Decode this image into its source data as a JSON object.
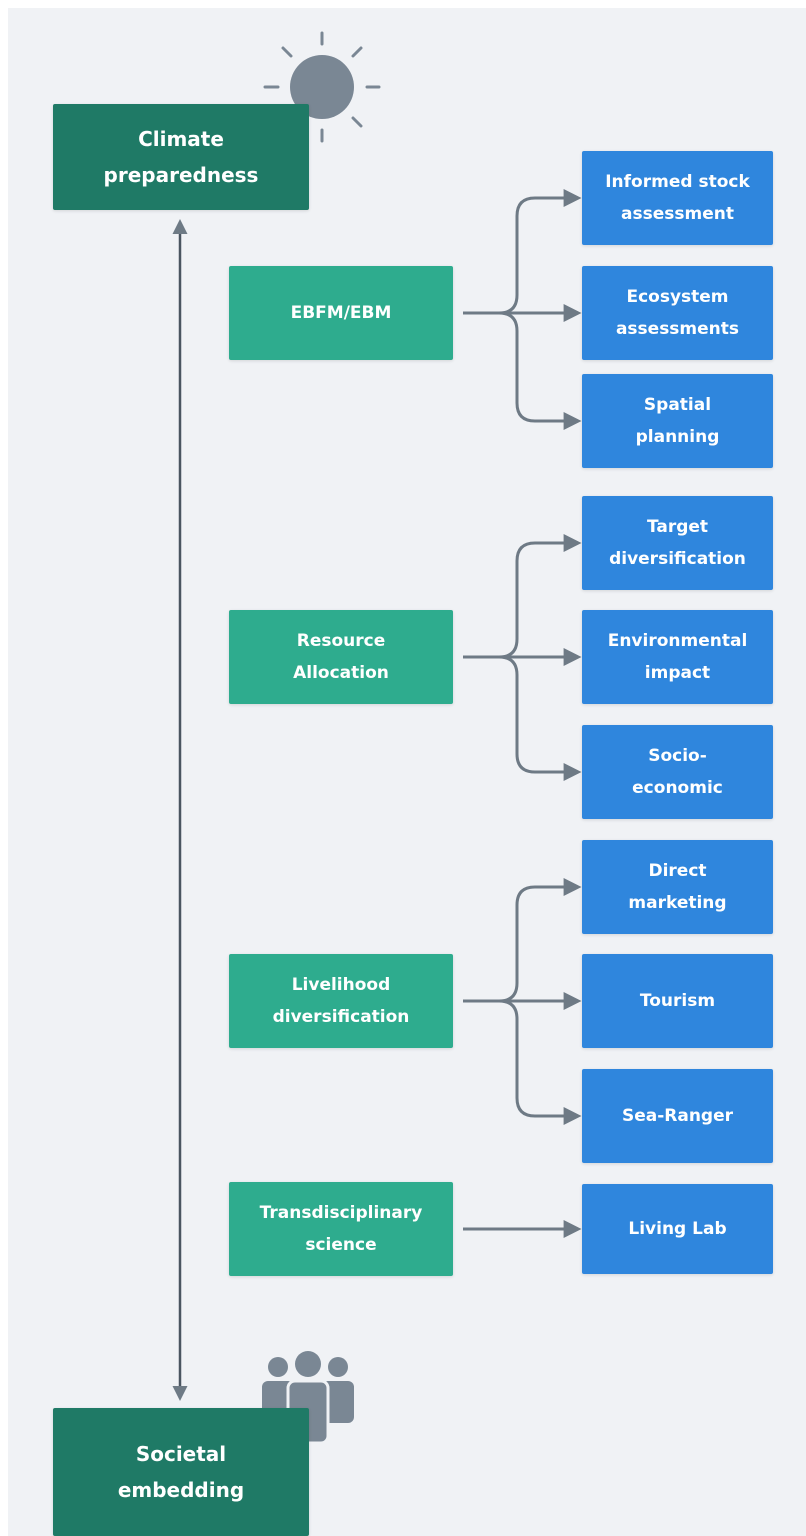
{
  "top_node": "Climate\npreparedness",
  "bottom_node": "Societal\nembedding",
  "icons": {
    "top": "sun-icon",
    "bottom": "people-group-icon"
  },
  "colors": {
    "background": "#f0f2f5",
    "dark_green": "#1f7a66",
    "teal": "#2eac8e",
    "blue": "#2f86dd",
    "connector": "#6e7a85",
    "icon_gray": "#6e7a85"
  },
  "groups": [
    {
      "label": "EBFM/EBM",
      "outcomes": [
        "Informed stock\nassessment",
        "Ecosystem\nassessments",
        "Spatial\nplanning"
      ]
    },
    {
      "label": "Resource\nAllocation",
      "outcomes": [
        "Target\ndiversification",
        "Environmental\nimpact",
        "Socio-\neconomic"
      ]
    },
    {
      "label": "Livelihood\ndiversification",
      "outcomes": [
        "Direct\nmarketing",
        "Tourism",
        "Sea-Ranger"
      ]
    },
    {
      "label": "Transdisciplinary\nscience",
      "outcomes": [
        "Living Lab"
      ]
    }
  ]
}
